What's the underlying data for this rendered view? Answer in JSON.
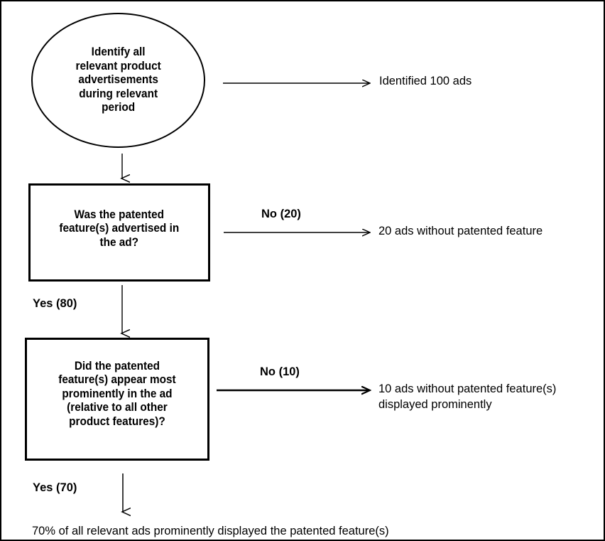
{
  "diagram": {
    "title": "Patented feature advertising analysis flowchart",
    "type": "flowchart",
    "border_color": "#000000",
    "background": "#ffffff",
    "text_color": "#000000"
  },
  "nodes": {
    "start": {
      "shape": "ellipse",
      "text": "Identify all\nrelevant product\nadvertisements\nduring relevant\nperiod"
    },
    "decision1": {
      "shape": "rectangle",
      "text": "Was the patented\nfeature(s) advertised in\nthe ad?"
    },
    "decision2": {
      "shape": "rectangle",
      "text": "Did the patented\nfeature(s) appear most\nprominently in the ad\n(relative to all other\nproduct features)?"
    }
  },
  "edge_labels": {
    "no_20": "No (20)",
    "yes_80": "Yes (80)",
    "no_10": "No (10)",
    "yes_70": "Yes (70)"
  },
  "outputs": {
    "identified": "Identified 100 ads",
    "no_patented_feature": "20 ads without patented feature",
    "not_prominent": "10 ads without patented feature(s)\ndisplayed prominently",
    "conclusion": "70% of all relevant ads prominently displayed the patented feature(s)"
  }
}
